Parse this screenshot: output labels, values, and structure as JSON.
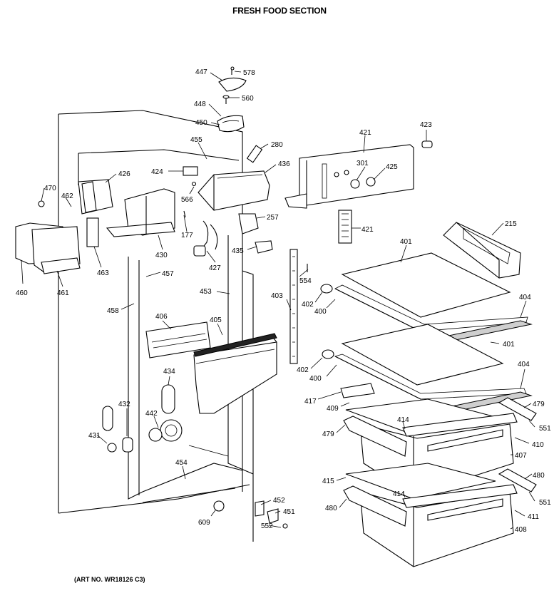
{
  "title": "FRESH FOOD SECTION",
  "art_number": "(ART NO. WR18126 C3)",
  "callouts": {
    "p447": "447",
    "p578": "578",
    "p448": "448",
    "p560": "560",
    "p450": "450",
    "p455": "455",
    "p280": "280",
    "p421a": "421",
    "p423": "423",
    "p424": "424",
    "p436": "436",
    "p426": "426",
    "p301": "301",
    "p425": "425",
    "p470": "470",
    "p462": "462",
    "p566": "566",
    "p257": "257",
    "p215": "215",
    "p177": "177",
    "p421b": "421",
    "p430": "430",
    "p427": "427",
    "p435": "435",
    "p401a": "401",
    "p463": "463",
    "p457": "457",
    "p460": "460",
    "p461": "461",
    "p554": "554",
    "p453": "453",
    "p403": "403",
    "p402a": "402",
    "p400a": "400",
    "p404a": "404",
    "p458": "458",
    "p406": "406",
    "p405": "405",
    "p401b": "401",
    "p402b": "402",
    "p400b": "400",
    "p404b": "404",
    "p434": "434",
    "p417": "417",
    "p409": "409",
    "p479a": "479",
    "p432": "432",
    "p442": "442",
    "p414a": "414",
    "p479b": "479",
    "p551a": "551",
    "p431": "431",
    "p410": "410",
    "p407": "407",
    "p454": "454",
    "p415": "415",
    "p480a": "480",
    "p414b": "414",
    "p551b": "551",
    "p480b": "480",
    "p411": "411",
    "p452": "452",
    "p451": "451",
    "p609": "609",
    "p408": "408",
    "p552": "552"
  }
}
